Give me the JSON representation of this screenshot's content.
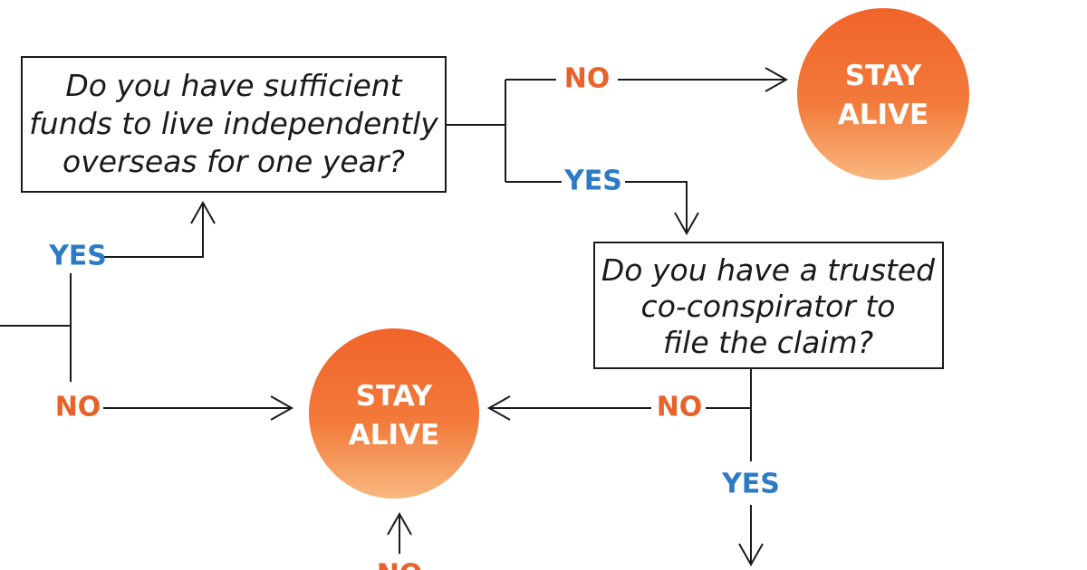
{
  "colors": {
    "no": "#e8632a",
    "yes": "#2d7bc4",
    "circle_top": "#f0642a",
    "circle_bottom": "#f9b880",
    "line": "#1a1a1a"
  },
  "questions": {
    "funds": [
      "Do you have sufficient",
      "funds to live independently",
      "overseas for one year?"
    ],
    "conspirator": [
      "Do you have a trusted",
      "co-conspirator to",
      "file the claim?"
    ]
  },
  "endpoints": {
    "top": [
      "STAY",
      "ALIVE"
    ],
    "middle": [
      "STAY",
      "ALIVE"
    ]
  },
  "labels": {
    "funds_no": "NO",
    "funds_yes": "YES",
    "left_yes": "YES",
    "left_no": "NO",
    "conspirator_no": "NO",
    "conspirator_yes": "YES",
    "bottom_no": "NO"
  }
}
